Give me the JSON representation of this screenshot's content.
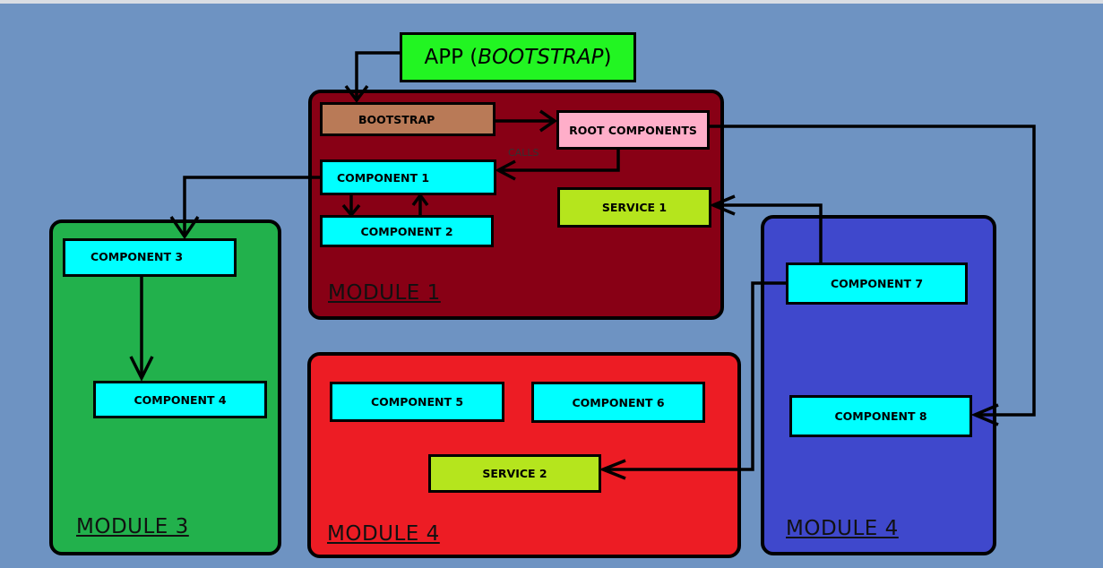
{
  "app": {
    "prefix": "APP (",
    "emphasis": "BOOTSTRAP",
    "suffix": ")"
  },
  "modules": {
    "module_1_label": "MODULE 1",
    "module_3_label": "MODULE 3",
    "module_4_center_label": "MODULE 4",
    "module_4_right_label": "MODULE 4"
  },
  "boxes": {
    "bootstrap": "BOOTSTRAP",
    "root_components": "ROOT COMPONENTS",
    "component_1": "COMPONENT 1",
    "component_2": "COMPONENT 2",
    "component_3": "COMPONENT 3",
    "component_4": "COMPONENT 4",
    "component_5": "COMPONENT 5",
    "component_6": "COMPONENT 6",
    "component_7": "COMPONENT 7",
    "component_8": "COMPONENT 8",
    "service_1": "SERVICE 1",
    "service_2": "SERVICE 2"
  },
  "edge_labels": {
    "calls": "CALLS"
  },
  "colors": {
    "background": "#6e93c2",
    "module_1": "#880015",
    "module_3": "#22b14c",
    "module_4_center": "#ed1c24",
    "module_4_right": "#3f48cc",
    "app": "#22f522",
    "bootstrap": "#b97a57",
    "root_components": "#ffaec9",
    "component": "#00ffff",
    "service": "#b5e51d"
  }
}
